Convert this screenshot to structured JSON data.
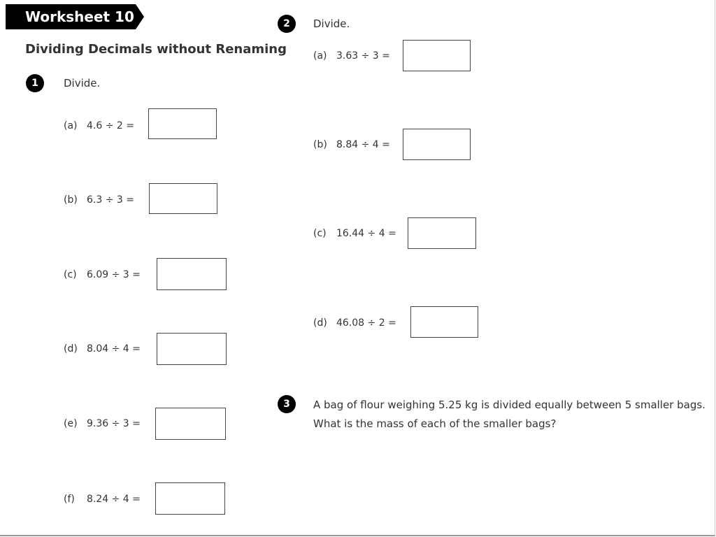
{
  "header": {
    "title": "Worksheet 10",
    "subtitle": "Dividing Decimals without Renaming"
  },
  "q1": {
    "number": "1",
    "instruction": "Divide.",
    "items": [
      {
        "label": "(a)",
        "expr": "4.6  ÷  2  ="
      },
      {
        "label": "(b)",
        "expr": "6.3  ÷  3  ="
      },
      {
        "label": "(c)",
        "expr": "6.09  ÷  3  ="
      },
      {
        "label": "(d)",
        "expr": "8.04  ÷  4  ="
      },
      {
        "label": "(e)",
        "expr": "9.36  ÷  3  ="
      },
      {
        "label": "(f)",
        "expr": "8.24  ÷  4  ="
      }
    ]
  },
  "q2": {
    "number": "2",
    "instruction": "Divide.",
    "items": [
      {
        "label": "(a)",
        "expr": "3.63  ÷  3  ="
      },
      {
        "label": "(b)",
        "expr": "8.84  ÷  4  ="
      },
      {
        "label": "(c)",
        "expr": "16.44  ÷  4  ="
      },
      {
        "label": "(d)",
        "expr": "46.08  ÷  2  ="
      }
    ]
  },
  "q3": {
    "number": "3",
    "line1": "A bag of flour weighing 5.25 kg is divided equally between 5 smaller bags.",
    "line2": "What is the mass of each of the smaller bags?"
  }
}
